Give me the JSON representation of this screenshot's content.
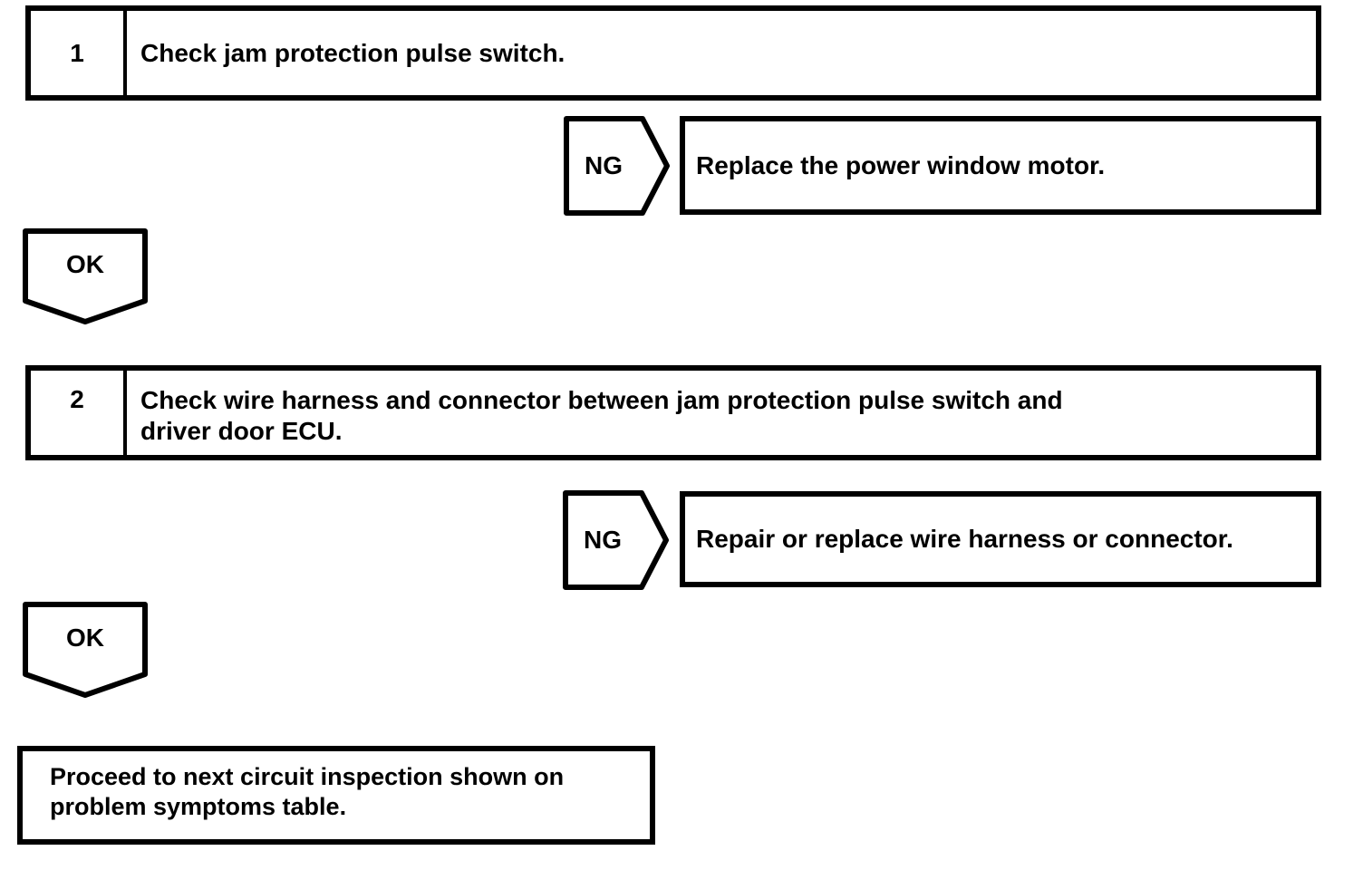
{
  "page": {
    "ink": "#000000",
    "paper": "#ffffff"
  },
  "flowchart": {
    "steps": [
      {
        "number": "1",
        "instruction_lines": [
          "Check jam protection pulse switch."
        ],
        "ng_label": "NG",
        "ng_action_lines": [
          "Replace the power window motor."
        ],
        "ok_label": "OK"
      },
      {
        "number": "2",
        "instruction_lines": [
          "Check wire harness and connector between jam protection pulse switch and",
          "driver door ECU."
        ],
        "ng_label": "NG",
        "ng_action_lines": [
          "Repair or replace wire harness or connector."
        ],
        "ok_label": "OK"
      }
    ],
    "terminal_lines": [
      "Proceed to next circuit inspection shown on",
      "problem symptoms table."
    ]
  }
}
